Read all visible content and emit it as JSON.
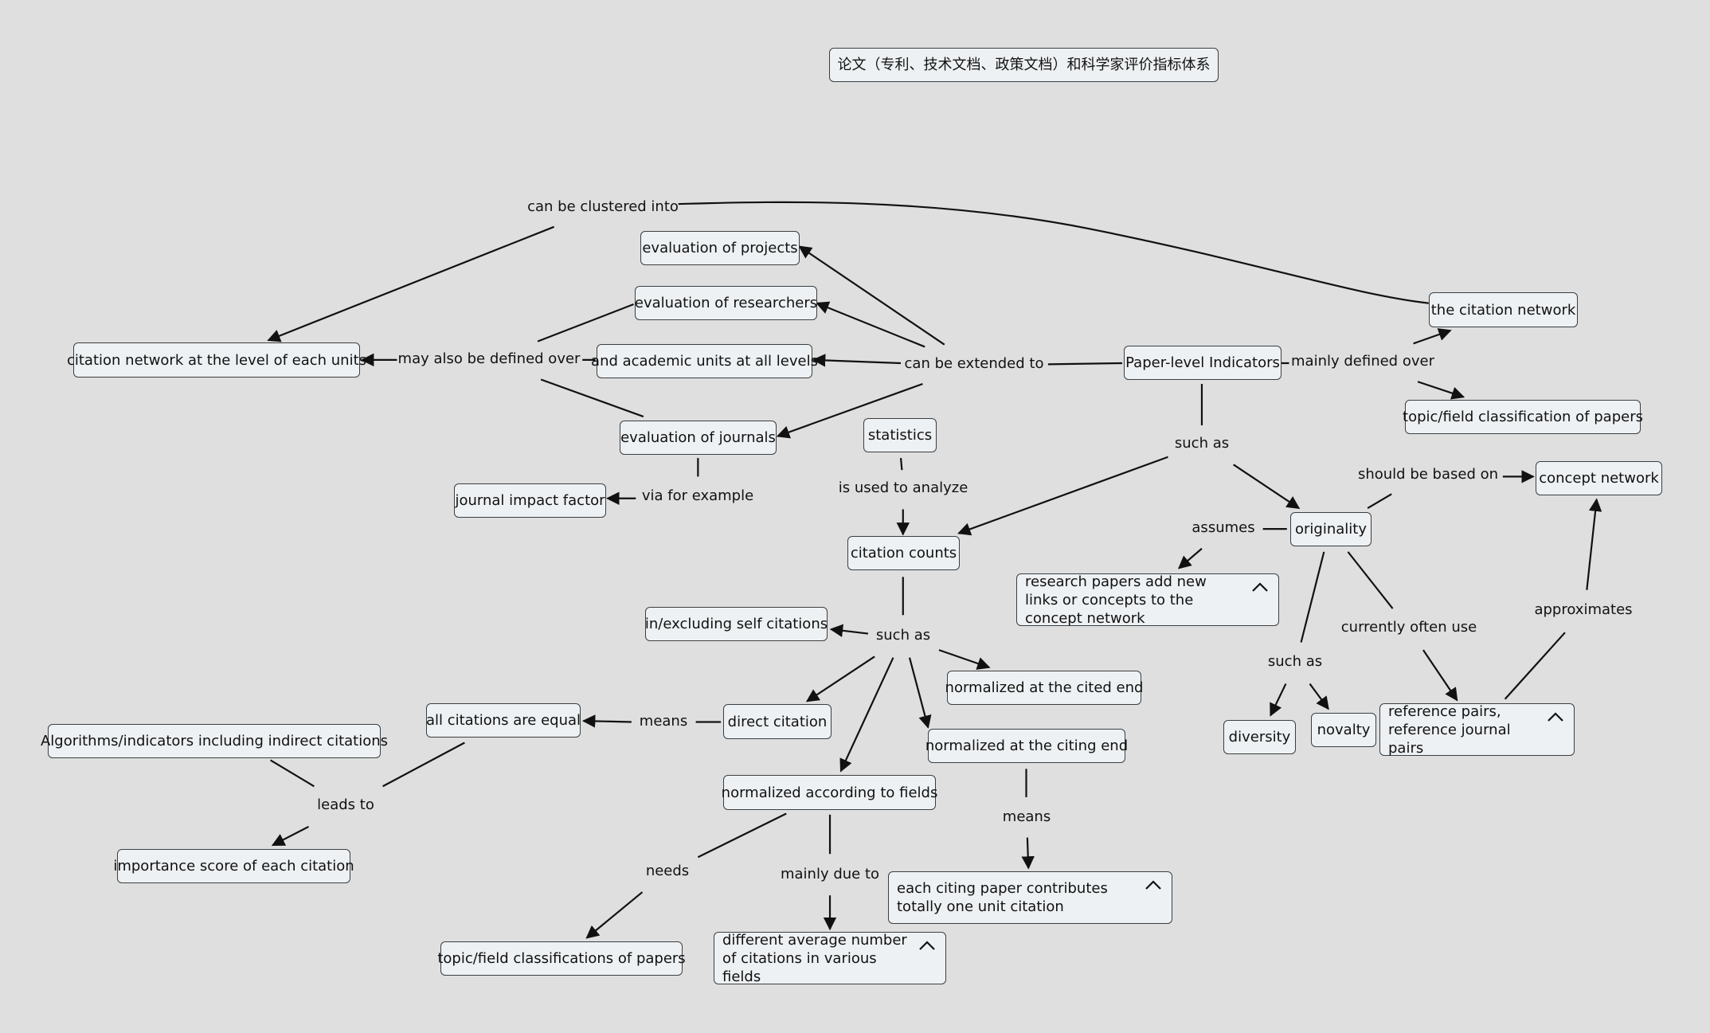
{
  "title": "论文（专利、技术文档、政策文档）和科学家评价指标体系",
  "nodes": {
    "evaluation_of_projects": "evaluation of projects",
    "evaluation_of_researchers": "evaluation of researchers",
    "academic_units": "and academic units at all levels",
    "evaluation_of_journals": "evaluation of journals",
    "citation_network_units": "citation network at the level of each units",
    "journal_impact_factor": "journal impact factor",
    "statistics": "statistics",
    "citation_counts": "citation counts",
    "paper_level_indicators": "Paper-level Indicators",
    "the_citation_network": "the citation network",
    "topic_field_classification": "topic/field classification of papers",
    "concept_network": "concept network",
    "originality": "originality",
    "research_papers_note": "research papers add new links or concepts to the concept network",
    "in_excluding_self": "in/excluding self citations",
    "normalized_cited_end": "normalized at the cited end",
    "normalized_citing_end": "normalized at the citing end",
    "direct_citation": "direct citation",
    "all_citations_equal": "all citations are equal",
    "algorithms_indirect": "Algorithms/indicators including indirect citations",
    "importance_score": "importance score of each citation",
    "normalized_fields": "normalized according to fields",
    "each_citing_paper": "each citing paper contributes totally one unit citation",
    "different_average": "different average number of citations in various fields",
    "topic_field_classifications": "topic/field classifications of papers",
    "diversity": "diversity",
    "novalty": "novalty",
    "reference_pairs": "reference pairs, reference journal pairs"
  },
  "links": {
    "can_be_clustered_into": "can be clustered into",
    "may_also_be_defined_over": "may also be defined over",
    "can_be_extended_to": "can be extended to",
    "via_for_example": "via for example",
    "is_used_to_analyze": "is used to analyze",
    "mainly_defined_over": "mainly defined over",
    "such_as_paper": "such as",
    "should_be_based_on": "should be based on",
    "assumes": "assumes",
    "such_as_counts": "such as",
    "means_direct": "means",
    "leads_to": "leads to",
    "needs": "needs",
    "mainly_due_to": "mainly due to",
    "means_citing": "means",
    "such_as_originality": "such as",
    "currently_often_use": "currently often use",
    "approximates": "approximates"
  },
  "icons": {
    "collapse": "chevron-up-icon"
  },
  "colors": {
    "background": "#dfdfdf",
    "node_fill": "#eef1f3",
    "stroke": "#111111"
  }
}
